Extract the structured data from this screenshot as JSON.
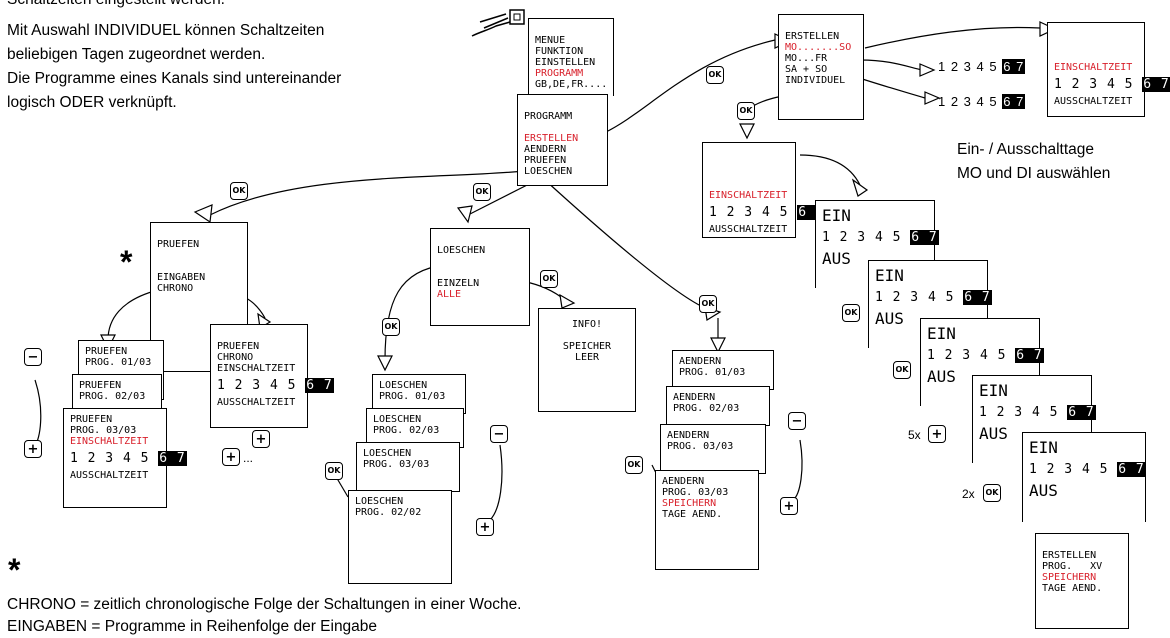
{
  "intro": [
    "Schaltzeiten eingestellt werden.",
    "Mit Auswahl INDIVIDUEL können Schaltzeiten",
    "beliebigen Tagen zugeordnet werden.",
    "Die Programme eines Kanals sind untereinander",
    "logisch ODER verknüpft."
  ],
  "menu": [
    "MENUE",
    "FUNKTION",
    "EINSTELLEN",
    "PROGRAMM",
    "GB,DE,FR...."
  ],
  "programm": {
    "title": "PROGRAMM",
    "items": [
      "ERSTELLEN",
      "AENDERN",
      "PRUEFEN",
      "LOESCHEN"
    ]
  },
  "erstellen_menu": {
    "title": "ERSTELLEN",
    "items": [
      "MO.......SO",
      "MO...FR",
      "SA + SO",
      "INDIVIDUEL"
    ]
  },
  "einschaltzeit_label": "EINSCHALTZEIT",
  "ausschaltzeit_label": "AUSSCHALTZEIT",
  "days": "1 2 3 4 5",
  "days_inv": "6 7",
  "days_right_a": "1 2 3 4 5",
  "days_right_b": "1 2 3 4 5",
  "ein": "EIN",
  "aus": "AUS",
  "note_tage": [
    "Ein- / Ausschalttage",
    "MO und DI auswählen"
  ],
  "pruefen": {
    "title": "PRUEFEN",
    "items": [
      "EINGABEN",
      "CHRONO"
    ]
  },
  "pruefen_chrono": [
    "PRUEFEN",
    "CHRONO",
    "EINSCHALTZEIT"
  ],
  "pruefen_stack": [
    {
      "l1": "PRUEFEN",
      "l2": "PROG. 01/03"
    },
    {
      "l1": "PRUEFEN",
      "l2": "PROG. 02/03"
    },
    {
      "l1": "PRUEFEN",
      "l2": "PROG. 03/03"
    }
  ],
  "loeschen": {
    "title": "LOESCHEN",
    "items": [
      "EINZELN",
      "ALLE"
    ]
  },
  "info": [
    "INFO!",
    "SPEICHER",
    "LEER"
  ],
  "loeschen_stack": [
    {
      "l1": "LOESCHEN",
      "l2": "PROG. 01/03"
    },
    {
      "l1": "LOESCHEN",
      "l2": "PROG. 02/03"
    },
    {
      "l1": "LOESCHEN",
      "l2": "PROG. 03/03"
    },
    {
      "l1": "LOESCHEN",
      "l2": "PROG. 02/02"
    }
  ],
  "aendern_stack": [
    {
      "l1": "AENDERN",
      "l2": "PROG. 01/03"
    },
    {
      "l1": "AENDERN",
      "l2": "PROG. 02/03"
    },
    {
      "l1": "AENDERN",
      "l2": "PROG. 03/03"
    }
  ],
  "aendern_last": [
    "AENDERN",
    "PROG. 03/03",
    "SPEICHERN",
    "TAGE AEND."
  ],
  "erstellen_last": [
    "ERSTELLEN",
    "PROG.   XV",
    "SPEICHERN",
    "TAGE AEND."
  ],
  "buttons": {
    "ok": "OK",
    "plus": "+",
    "minus": "−"
  },
  "mult": {
    "five": "5x",
    "two": "2x",
    "dots": "..."
  },
  "star": "*",
  "footnote": [
    "CHRONO = zeitlich chronologische Folge der Schaltungen in einer Woche.",
    "EINGABEN = Programme in Reihenfolge der Eingabe"
  ],
  "colors": {
    "highlight": "#d81f2a",
    "line": "#000000"
  }
}
